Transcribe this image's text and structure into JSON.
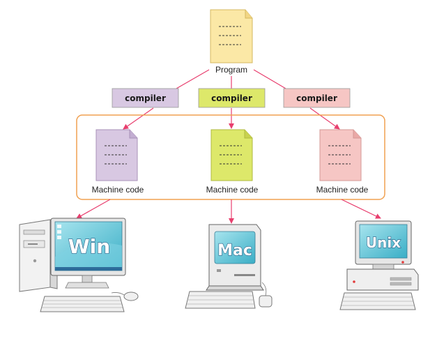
{
  "program": {
    "label": "Program"
  },
  "compilers": [
    {
      "label": "compiler",
      "color": "#d8c8e2"
    },
    {
      "label": "compiler",
      "color": "#dde86a"
    },
    {
      "label": "compiler",
      "color": "#f6c6c4"
    }
  ],
  "machine_codes": [
    {
      "label": "Machine code",
      "color": "#d8c8e2"
    },
    {
      "label": "Machine code",
      "color": "#dde86a"
    },
    {
      "label": "Machine code",
      "color": "#f6c6c4"
    }
  ],
  "computers": [
    {
      "os_label": "Win"
    },
    {
      "os_label": "Mac"
    },
    {
      "os_label": "Unix"
    }
  ],
  "colors": {
    "arrow": "#e83e6e",
    "group_border": "#f0a050",
    "program_doc": "#fbe8a6",
    "screen": "#5ec4d6"
  }
}
